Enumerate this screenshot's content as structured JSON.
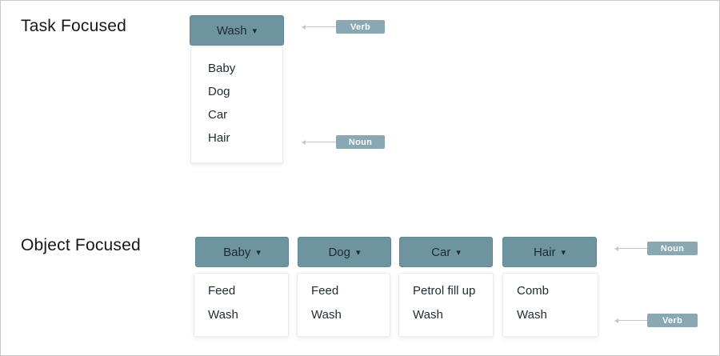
{
  "colors": {
    "button-bg": "#6E94A0",
    "button-border": "#5E8994",
    "badge-bg": "#8AA8B4",
    "text-dark": "#1C2B33",
    "heading-color": "#171717",
    "arrow-color": "#C6C6C6",
    "panel-border": "#ECECEC"
  },
  "icons": {
    "chevron_down": "▾"
  },
  "task_focused": {
    "title": "Task Focused",
    "dropdown": {
      "label": "Wash",
      "items": [
        "Baby",
        "Dog",
        "Car",
        "Hair"
      ]
    },
    "verb_label": "Verb",
    "noun_label": "Noun"
  },
  "object_focused": {
    "title": "Object Focused",
    "dropdowns": [
      {
        "label": "Baby",
        "items": [
          "Feed",
          "Wash"
        ]
      },
      {
        "label": "Dog",
        "items": [
          "Feed",
          "Wash"
        ]
      },
      {
        "label": "Car",
        "items": [
          "Petrol fill up",
          "Wash"
        ]
      },
      {
        "label": "Hair",
        "items": [
          "Comb",
          "Wash"
        ]
      }
    ],
    "noun_label": "Noun",
    "verb_label": "Verb"
  }
}
